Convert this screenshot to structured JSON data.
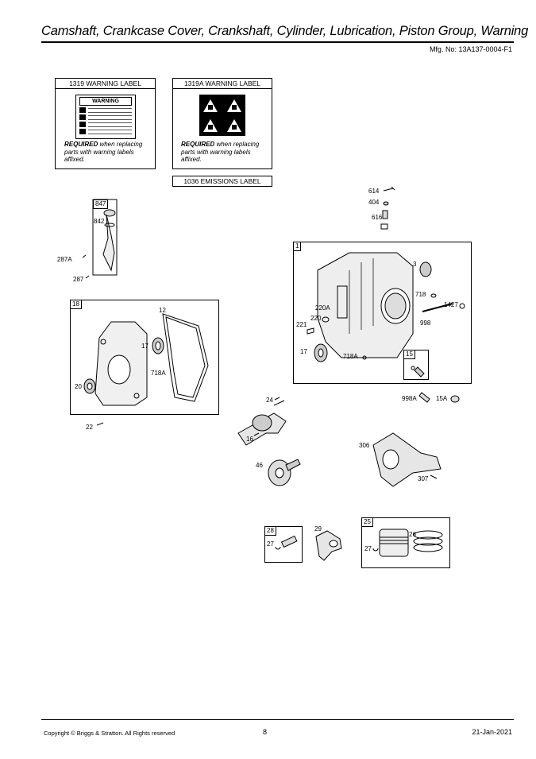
{
  "header": {
    "title": "Camshaft, Crankcase Cover, Crankshaft, Cylinder, Lubrication, Piston Group, Warning",
    "mfg": "Mfg. No: 13A137-0004-F1"
  },
  "labels": {
    "warning_1319": {
      "title": "1319 WARNING LABEL",
      "banner": "WARNING",
      "required_bold": "REQUIRED",
      "required_rest": " when replacing parts with warning labels affixed."
    },
    "warning_1319A": {
      "title": "1319A WARNING LABEL",
      "required_bold": "REQUIRED",
      "required_rest": " when replacing parts with warning labels affixed."
    },
    "emissions_1036": {
      "title": "1036 EMISSIONS LABEL"
    }
  },
  "parts": {
    "p614": "614",
    "p404": "404",
    "p616": "616",
    "p847": "847",
    "p842": "842",
    "p287A": "287A",
    "p287": "287",
    "p1": "1",
    "p3": "3",
    "p718": "718",
    "p1427": "1427",
    "p220A": "220A",
    "p220": "220",
    "p221": "221",
    "p998": "998",
    "p17b": "17",
    "p718Ab": "718A",
    "p15": "15",
    "p998A": "998A",
    "p15A": "15A",
    "p18": "18",
    "p12": "12",
    "p17a": "17",
    "p718Aa": "718A",
    "p20": "20",
    "p22": "22",
    "p24": "24",
    "p16": "16",
    "p46": "46",
    "p306": "306",
    "p307": "307",
    "p28": "28",
    "p27a": "27",
    "p29": "29",
    "p25": "25",
    "p26": "26",
    "p27b": "27"
  },
  "footer": {
    "copyright": "Copyright © Briggs & Stratton. All Rights reserved",
    "page": "8",
    "date": "21-Jan-2021"
  }
}
